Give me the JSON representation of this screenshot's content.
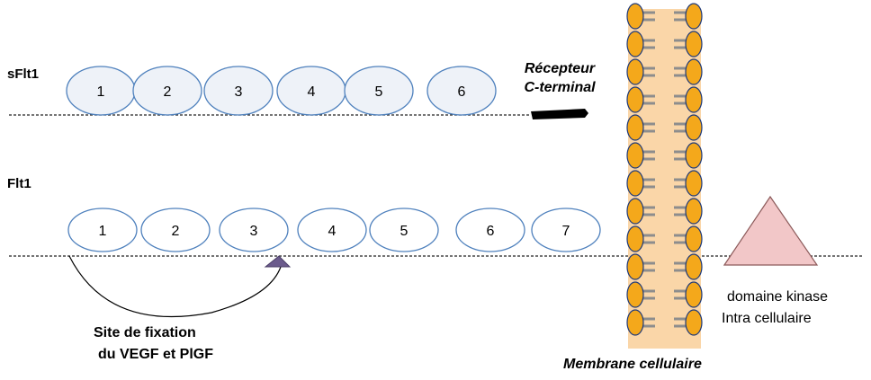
{
  "rows": {
    "sflt1": {
      "label": "sFlt1",
      "domains": [
        "1",
        "2",
        "3",
        "4",
        "5",
        "6"
      ]
    },
    "flt1": {
      "label": "Flt1",
      "domains": [
        "1",
        "2",
        "3",
        "4",
        "5",
        "6",
        "7"
      ]
    }
  },
  "annotations": {
    "recepteur_line1": "Récepteur",
    "recepteur_line2": "C-terminal",
    "binding_site_line1": "Site de fixation",
    "binding_site_line2": "du VEGF et PlGF",
    "kinase_line1": "domaine kinase",
    "kinase_line2": "Intra cellulaire",
    "membrane": "Membrane cellulaire"
  },
  "colors": {
    "oval_fill": "#ffffff",
    "oval_stroke": "#4f81bd",
    "oval_fill_sflt1": "#eef2f8",
    "triangle_kinase": "#f2c7c8",
    "triangle_kinase_stroke": "#8c5a5a",
    "triangle_site": "#6b5b8c",
    "membrane_bg": "#fad6a8",
    "lipid_head": "#f4a81b",
    "lipid_stroke": "#1f3a7a",
    "tail": "#8d8d8d",
    "c_terminal": "#000000"
  }
}
